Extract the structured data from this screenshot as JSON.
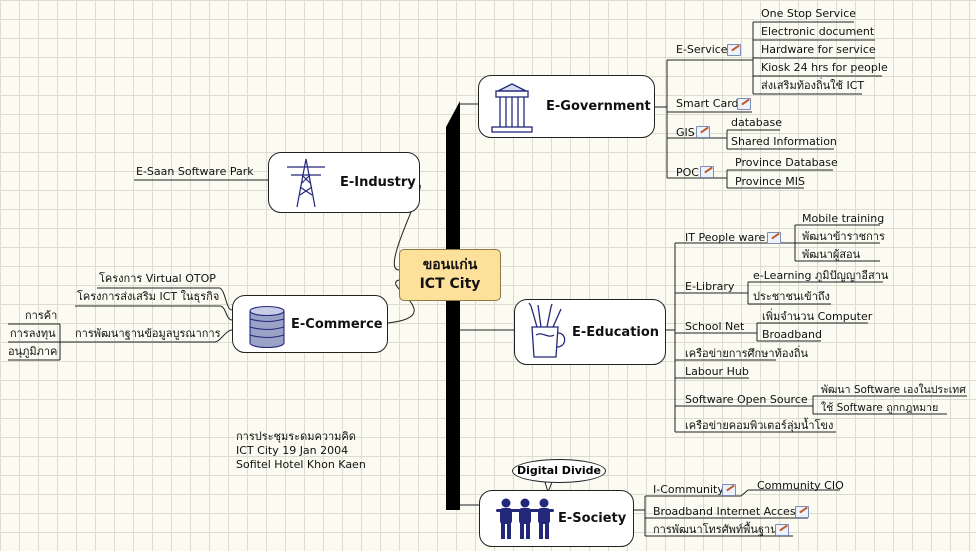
{
  "center": {
    "line1": "ขอนแก่น",
    "line2": "ICT City"
  },
  "caption": {
    "line1": "การประชุมระดมความคิด",
    "line2": "ICT City 19 Jan 2004",
    "line3": "Sofitel Hotel Khon Kaen"
  },
  "egov": {
    "title": "E-Government",
    "e_service": {
      "label": "E-Service",
      "items": [
        "One Stop Service",
        "Electronic document",
        "Hardware for service",
        "Kiosk 24 hrs for people",
        "ส่งเสริมท้องถิ่นใช้ ICT"
      ]
    },
    "smart_card": "Smart Card",
    "gis": {
      "label": "GIS",
      "items": [
        "database",
        "Shared Information"
      ]
    },
    "poc": {
      "label": "POC",
      "items": [
        "Province Database",
        "Province MIS"
      ]
    }
  },
  "eind": {
    "title": "E-Industry",
    "items": [
      "E-Saan Software Park"
    ]
  },
  "ecom": {
    "title": "E-Commerce",
    "items": [
      "โครงการ Virtual OTOP",
      "โครงการส่งเสริม ICT ในธุรกิจ",
      "การพัฒนาฐานข้อมูลบูรณาการ"
    ],
    "sub": [
      "การค้า",
      "การลงทุน",
      "อนุภูมิภาค"
    ]
  },
  "eedu": {
    "title": "E-Education",
    "it_people": {
      "label": "IT People ware",
      "items": [
        "Mobile training",
        "พัฒนาข้าราชการ",
        "พัฒนาผู้สอน"
      ]
    },
    "elib": {
      "label": "E-Library",
      "items": [
        "e-Learning ภูมิปัญญาอีสาน",
        "ประชาชนเข้าถึง"
      ]
    },
    "school": {
      "label": "School Net",
      "items": [
        "เพิ่มจำนวน Computer",
        "Broadband"
      ]
    },
    "network": "เครือข่ายการศึกษาท้องถิ่น",
    "labour": "Labour Hub",
    "oss": {
      "label": "Software Open Source",
      "items": [
        "พัฒนา Software เองในประเทศ",
        "ใช้ Software ถูกกฎหมาย"
      ]
    },
    "mekong": "เครือข่ายคอมพิวเตอร์ลุ่มน้ำโขง"
  },
  "esoc": {
    "title": "E-Society",
    "bubble": "Digital Divide",
    "icomm": {
      "label": "I-Community",
      "items": [
        "Community CIO"
      ]
    },
    "broadband": "Broadband Internet Access",
    "phone": "การพัฒนาโทรศัพท์พื้นฐาน"
  },
  "colors": {
    "background": "#fbfbf1",
    "grid": "#dcdcd0",
    "center_fill": "#fde19a",
    "icon_blue": "#24287a",
    "trunk": "#000000"
  }
}
